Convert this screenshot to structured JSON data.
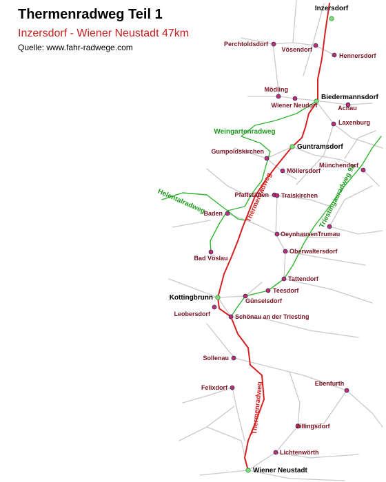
{
  "header": {
    "title": "Thermenradweg Teil 1",
    "subtitle": "Inzersdorf - Wiener Neustadt 47km",
    "source": "Quelle: www.fahr-radwege.com"
  },
  "colors": {
    "main_route": "#d42020",
    "secondary_route": "#2fb52f",
    "road": "#c9c9c9",
    "place_marker": "#c0306a",
    "major_marker": "#7de07d",
    "place_label": "#7a1020",
    "route_label_red": "#d42020",
    "route_label_green": "#1f9a1f"
  },
  "map": {
    "places": [
      {
        "name": "Inzersdorf",
        "major": true,
        "label_side": "top"
      },
      {
        "name": "Perchtoldsdorf",
        "major": false,
        "label_side": "left"
      },
      {
        "name": "Vösendorf",
        "major": false,
        "label_side": "below"
      },
      {
        "name": "Hennersdorf",
        "major": false,
        "label_side": "right"
      },
      {
        "name": "Mödling",
        "major": false,
        "label_side": "left"
      },
      {
        "name": "Biedermannsdorf",
        "major": true,
        "label_side": "right"
      },
      {
        "name": "Wiener Neudorf",
        "major": false,
        "label_side": "below"
      },
      {
        "name": "Achau",
        "major": false,
        "label_side": "below"
      },
      {
        "name": "Laxenburg",
        "major": false,
        "label_side": "right"
      },
      {
        "name": "Guntramsdorf",
        "major": true,
        "label_side": "right"
      },
      {
        "name": "Gumpoldskirchen",
        "major": false,
        "label_side": "above"
      },
      {
        "name": "Münchendorf",
        "major": false,
        "label_side": "left"
      },
      {
        "name": "Möllersdorf",
        "major": false,
        "label_side": "right"
      },
      {
        "name": "Pfaffstätten",
        "major": false,
        "label_side": "left"
      },
      {
        "name": "Traiskirchen",
        "major": false,
        "label_side": "right"
      },
      {
        "name": "Baden",
        "major": false,
        "label_side": "left"
      },
      {
        "name": "Trumau",
        "major": false,
        "label_side": "below"
      },
      {
        "name": "Oeynhausen",
        "major": false,
        "label_side": "right"
      },
      {
        "name": "Oberwaltersdorf",
        "major": false,
        "label_side": "right"
      },
      {
        "name": "Bad Vöslau",
        "major": false,
        "label_side": "below"
      },
      {
        "name": "Tattendorf",
        "major": false,
        "label_side": "right"
      },
      {
        "name": "Teesdorf",
        "major": false,
        "label_side": "right"
      },
      {
        "name": "Kottingbrunn",
        "major": true,
        "label_side": "left"
      },
      {
        "name": "Günselsdorf",
        "major": false,
        "label_side": "below"
      },
      {
        "name": "Leobersdorf",
        "major": false,
        "label_side": "left"
      },
      {
        "name": "Schönau an der Triesting",
        "major": false,
        "label_side": "right"
      },
      {
        "name": "Sollenau",
        "major": false,
        "label_side": "left"
      },
      {
        "name": "Felixdorf",
        "major": false,
        "label_side": "left"
      },
      {
        "name": "Ebenfurth",
        "major": false,
        "label_side": "above"
      },
      {
        "name": "Zillingsdorf",
        "major": false,
        "label_side": "below"
      },
      {
        "name": "Lichtenwörth",
        "major": false,
        "label_side": "right"
      },
      {
        "name": "Wiener Neustadt",
        "major": true,
        "label_side": "right"
      }
    ],
    "route_labels": [
      {
        "text": "Thermenradweg",
        "route": "main"
      },
      {
        "text": "Thermenradweg",
        "route": "main"
      },
      {
        "text": "Weingartenradweg",
        "route": "secondary"
      },
      {
        "text": "Helentalradweg",
        "route": "secondary"
      },
      {
        "text": "Triestingauradweg 9a",
        "route": "secondary"
      }
    ]
  }
}
